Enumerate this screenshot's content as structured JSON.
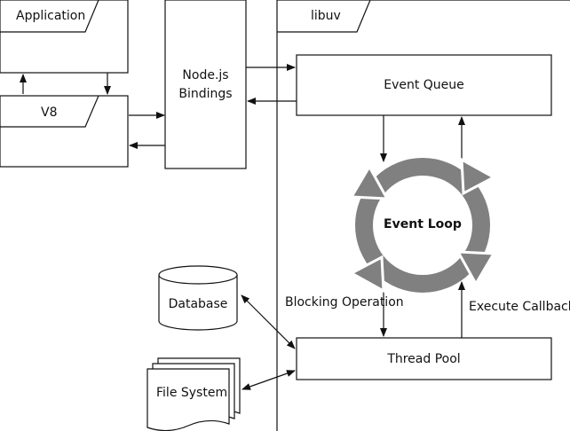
{
  "application": {
    "label": "Application"
  },
  "v8": {
    "label": "V8"
  },
  "bindings": {
    "line1": "Node.js",
    "line2": "Bindings"
  },
  "libuv": {
    "label": "libuv"
  },
  "event_queue": {
    "label": "Event Queue"
  },
  "event_loop": {
    "label": "Event Loop"
  },
  "thread_pool": {
    "label": "Thread Pool"
  },
  "database": {
    "label": "Database"
  },
  "file_system": {
    "label": "File System"
  },
  "edges": {
    "blocking_operation": "Blocking Operation",
    "execute_callback": "Execute Callback"
  },
  "colors": {
    "stroke": "#111111",
    "loop": "#808080"
  }
}
